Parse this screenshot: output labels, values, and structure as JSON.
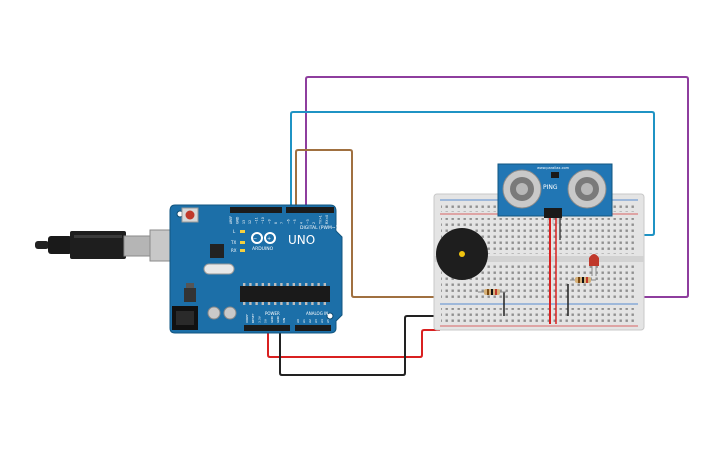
{
  "arduino": {
    "logo_text": "ARDUINO",
    "model": "UNO",
    "digital_label": "DIGITAL (PWM~)",
    "power_label": "POWER",
    "analog_label": "ANALOG IN",
    "led_labels": [
      "L",
      "TX",
      "RX"
    ],
    "pin_labels": [
      "AREF",
      "GND",
      "13",
      "12",
      "~11",
      "~10",
      "~9",
      "8",
      "7",
      "~6",
      "~5",
      "4",
      "~3",
      "2",
      "TX>1",
      "RX<0"
    ],
    "power_pins": [
      "IOREF",
      "RESET",
      "3.3V",
      "5V",
      "GND",
      "GND",
      "VIN"
    ],
    "analog_pins": [
      "A0",
      "A1",
      "A2",
      "A3",
      "A4",
      "A5"
    ]
  },
  "sensor": {
    "label": "PING",
    "brand": "www.parallax.com"
  },
  "colors": {
    "board": "#1c6fa8",
    "wire_purple": "#8e3e9e",
    "wire_blue": "#1f93c4",
    "wire_brown": "#a07040",
    "wire_red": "#d92020",
    "wire_black": "#222222",
    "breadboard": "#e6e6e6"
  }
}
